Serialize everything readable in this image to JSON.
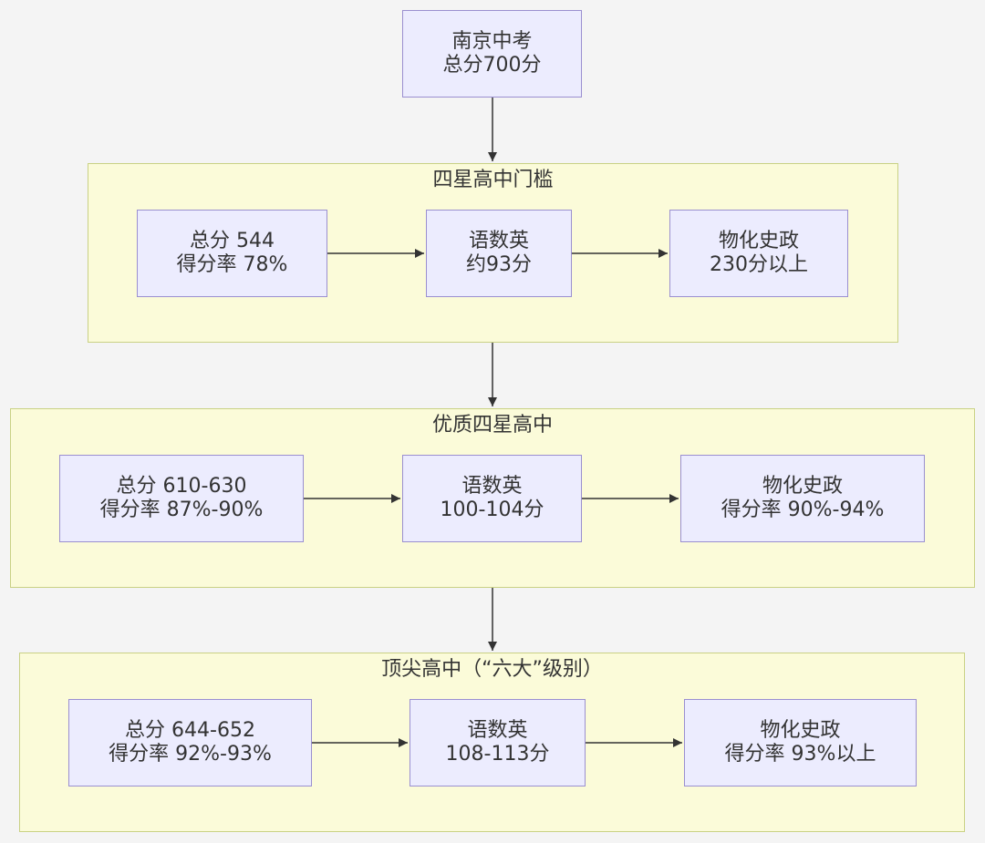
{
  "root": {
    "line1": "南京中考",
    "line2": "总分700分"
  },
  "groups": [
    {
      "title": "四星高中门槛",
      "total": {
        "line1": "总分 544",
        "line2": "得分率 78%"
      },
      "yushuying": {
        "line1": "语数英",
        "line2": "约93分"
      },
      "wuhuashizheng": {
        "line1": "物化史政",
        "line2": "230分以上"
      }
    },
    {
      "title": "优质四星高中",
      "total": {
        "line1": "总分 610-630",
        "line2": "得分率 87%-90%"
      },
      "yushuying": {
        "line1": "语数英",
        "line2": "100-104分"
      },
      "wuhuashizheng": {
        "line1": "物化史政",
        "line2": "得分率 90%-94%"
      }
    },
    {
      "title": "顶尖高中（“六大”级别）",
      "total": {
        "line1": "总分 644-652",
        "line2": "得分率 92%-93%"
      },
      "yushuying": {
        "line1": "语数英",
        "line2": "108-113分"
      },
      "wuhuashizheng": {
        "line1": "物化史政",
        "line2": "得分率 93%以上"
      }
    }
  ],
  "colors": {
    "background": "#f4f4f4",
    "group_fill": "#fbfbd9",
    "group_border": "#c9d184",
    "node_fill": "#ececfe",
    "node_border": "#9a8fd0",
    "arrow": "#333333"
  }
}
